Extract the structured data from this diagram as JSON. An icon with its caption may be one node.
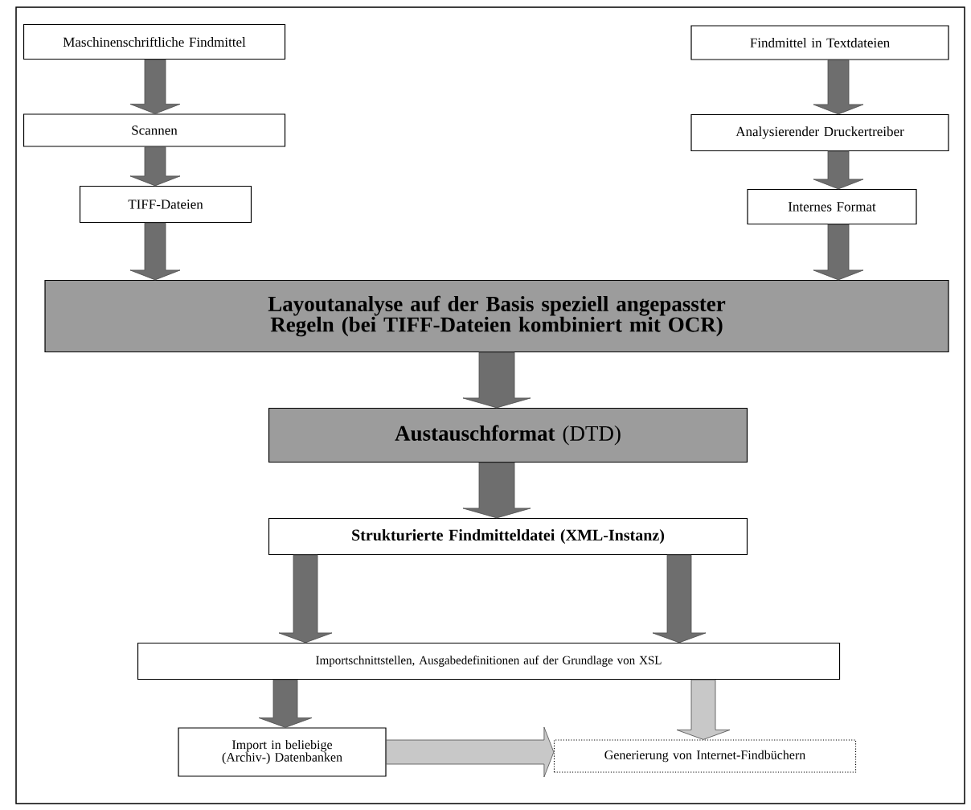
{
  "diagram": {
    "nodes": [
      {
        "text": [
          "Maschinenschriftliche Findmittel"
        ]
      },
      {
        "text": [
          "Scannen"
        ]
      },
      {
        "text": [
          "TIFF-Dateien"
        ]
      },
      {
        "text": [
          "Findmittel in Textdateien"
        ]
      },
      {
        "text": [
          "Analysierender Druckertreiber"
        ]
      },
      {
        "text": [
          "Internes Format"
        ]
      },
      {
        "text": [
          "Layoutanalyse auf der Basis speziell angepasster Regeln (bei TIFF-Dateien kombiniert mit OCR)"
        ]
      },
      {
        "text": [
          "**Austauschformat** (DTD)"
        ]
      },
      {
        "text": [
          "Strukturierte Findmitteldatei (XML-Instanz)"
        ]
      },
      {
        "text": [
          "Importschnittstellen, Ausgabedefinitionen auf der Grundlage von XSL"
        ]
      },
      {
        "text": [
          "Import in beliebige (Archiv-) Datenbanken"
        ]
      },
      {
        "text": [
          "Generierung von Internet-Findbüchern"
        ]
      }
    ],
    "edges": [
      {
        "from": 0,
        "to": 1,
        "arrow": "to"
      },
      {
        "from": 1,
        "to": 2,
        "arrow": "to"
      },
      {
        "from": 2,
        "to": 6,
        "arrow": "to"
      },
      {
        "from": 3,
        "to": 4,
        "arrow": "to"
      },
      {
        "from": 4,
        "to": 5,
        "arrow": "to"
      },
      {
        "from": 5,
        "to": 6,
        "arrow": "to"
      },
      {
        "from": 6,
        "to": 7,
        "arrow": "to"
      },
      {
        "from": 7,
        "to": 8,
        "arrow": "to"
      },
      {
        "from": 8,
        "to": 9,
        "arrow": "to"
      },
      {
        "from": 8,
        "to": 9,
        "arrow": "to"
      },
      {
        "from": 9,
        "to": 10,
        "arrow": "to"
      },
      {
        "from": 9,
        "to": 11,
        "arrow": "to",
        "color": "#c8c8c8"
      },
      {
        "from": 10,
        "to": 11,
        "arrow": "to",
        "color": "#c8c8c8"
      }
    ]
  }
}
